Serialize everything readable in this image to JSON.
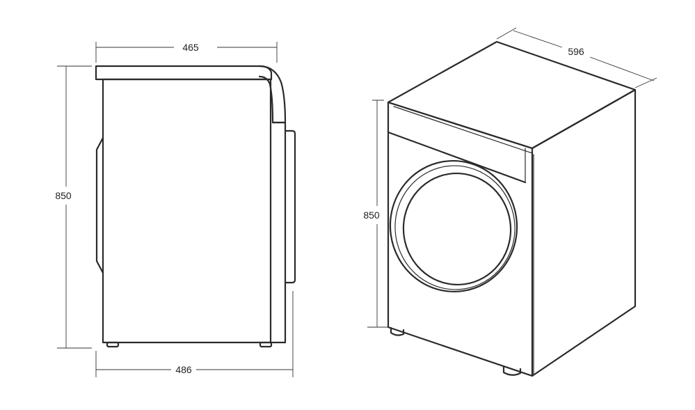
{
  "dimensions": {
    "side_top_depth": "465",
    "side_height": "850",
    "side_bottom_depth": "486",
    "iso_width": "596",
    "iso_height": "850"
  }
}
